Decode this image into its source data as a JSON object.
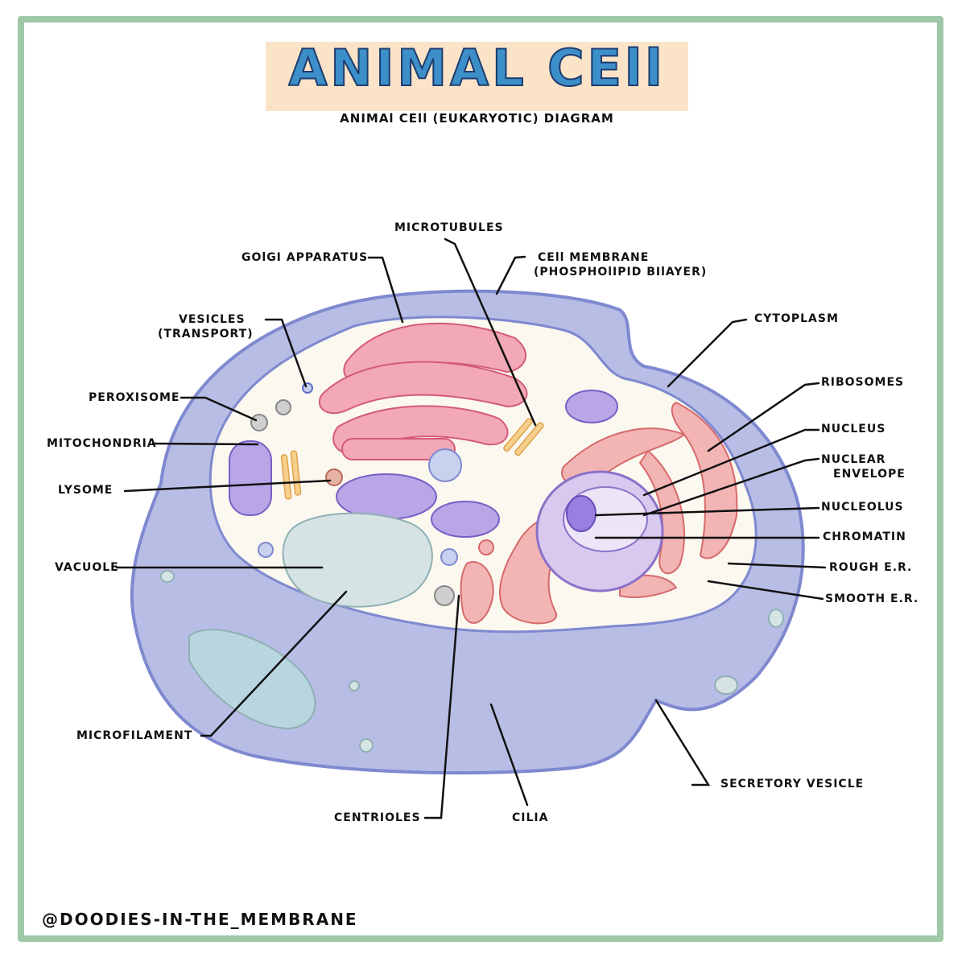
{
  "title": "ANIMAL CEll",
  "subtitle": "ANIMAl CEll (EUKARYOTIC) DIAGRAM",
  "labels": {
    "microtubules": "MICROTUBULES",
    "golgi": "GOlGI APPARATUS",
    "cell_membrane_1": "CEll MEMBRANE",
    "cell_membrane_2": "(PHOSPHOlIPID BIlAYER)",
    "vesicles_1": "VESICLES",
    "vesicles_2": "(TRANSPORT)",
    "cytoplasm": "CYTOPLASM",
    "peroxisome": "PEROXISOME",
    "ribosomes": "RIBOSOMES",
    "mitochondria": "MITOCHONDRIA",
    "nucleus": "NUCLEUS",
    "nuclear_envelope_1": "NUCLEAR",
    "nuclear_envelope_2": "ENVELOPE",
    "lysome": "LYSOME",
    "nucleolus": "NUCLEOLUS",
    "chromatin": "CHROMATIN",
    "vacuole": "VACUOLE",
    "rough_er": "ROUGH E.R.",
    "smooth_er": "SMOOTH E.R.",
    "microfilament": "MICROFILAMENT",
    "secretory_vesicle": "SECRETORY VESICLE",
    "centrioles": "CENTRIOLES",
    "cilia": "CILIA"
  },
  "credit": "@DOODIES-IN-THE_MEMBRANE",
  "colors": {
    "frame": "#9fc8a6",
    "title_fill": "#3d8fc9",
    "title_bg": "#fbe3c8",
    "membrane": "#b8bde6",
    "membrane_outline": "#7f89cf",
    "cytoplasm": "#fbf8f0",
    "golgi": "#f2a8b6",
    "mitochondria": "#b9a6e6",
    "nucleus": "#d9c9ef",
    "er": "#f3b4b4",
    "vacuole": "#d6e3e4"
  }
}
